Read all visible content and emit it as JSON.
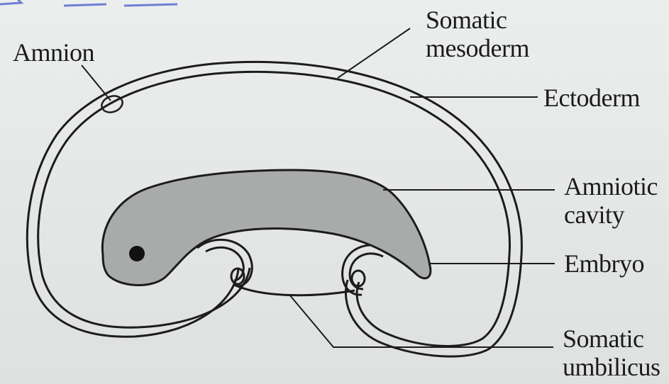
{
  "labels": {
    "somatic_mesoderm_line1": "Somatic",
    "somatic_mesoderm_line2": "mesoderm",
    "amnion": "Amnion",
    "ectoderm": "Ectoderm",
    "amniotic_cavity_line1": "Amniotic",
    "amniotic_cavity_line2": "cavity",
    "embryo": "Embryo",
    "somatic_umbilicus_line1": "Somatic",
    "somatic_umbilicus_line2": "umbilicus"
  },
  "colors": {
    "line": "#1c1c1c",
    "embryo_fill": "#a9abab",
    "background": "#e6e8e8",
    "pen_mark": "#3b4fc4"
  }
}
